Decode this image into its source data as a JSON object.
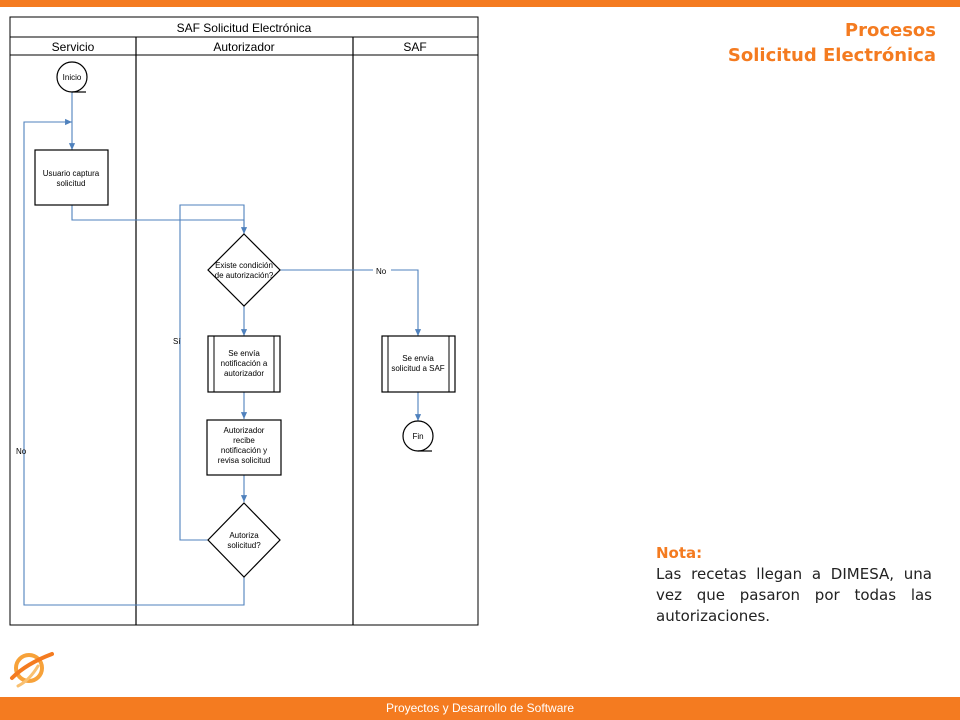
{
  "header": {
    "title_line1": "Procesos",
    "title_line2": "Solicitud Electrónica"
  },
  "colors": {
    "accent": "#f47b20",
    "connector": "#4f81bd",
    "line": "#000000"
  },
  "diagram": {
    "pool_title": "SAF Solicitud Electrónica",
    "lanes": {
      "servicio": "Servicio",
      "autorizador": "Autorizador",
      "saf": "SAF"
    },
    "nodes": {
      "start": "Inicio",
      "capture": [
        "Usuario captura",
        "solicitud"
      ],
      "decision_condition": [
        "Existe condición",
        "de autorización?"
      ],
      "send_notification": [
        "Se envía",
        "notificación a",
        "autorizador"
      ],
      "review": [
        "Autorizador",
        "recibe",
        "notificación y",
        "revisa solicitud"
      ],
      "decision_authorize": [
        "Autoriza",
        "solicitud?"
      ],
      "send_saf": [
        "Se envía",
        "solicitud a SAF"
      ],
      "end": "Fin"
    },
    "edge_labels": {
      "no_condition": "No",
      "yes_loop": "Sí",
      "no_loop": "No"
    }
  },
  "note": {
    "heading": "Nota:",
    "body": "Las recetas llegan a DIMESA, una vez que pasaron por todas las autorizaciones."
  },
  "footer": {
    "text": "Proyectos y Desarrollo de Software"
  },
  "logo": {
    "icon": "globe-swoosh-logo"
  }
}
